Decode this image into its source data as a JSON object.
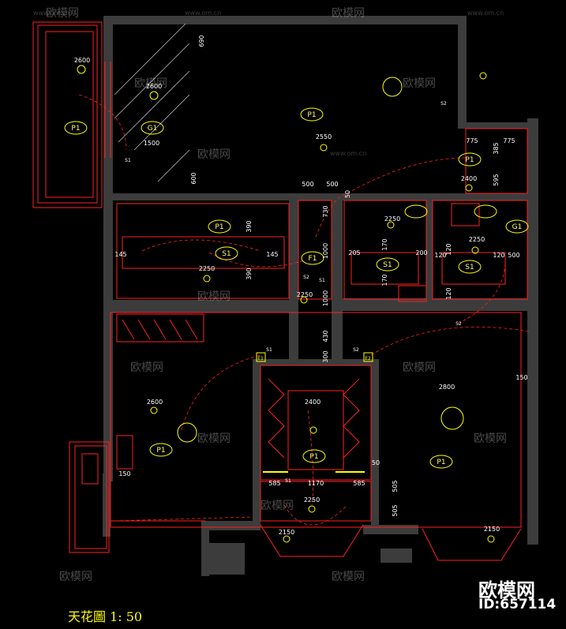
{
  "drawing": {
    "caption": "天花圖 1: 50",
    "brand": "欧模网",
    "brand_id": "ID:657114",
    "watermark_text": "欧模网",
    "watermark_url": "www.om.cn"
  },
  "colors": {
    "background": "#000000",
    "wall": "#3c3c3c",
    "red": "#ff2020",
    "yellow": "#ffff00",
    "white": "#ffffff",
    "label": "#ffff66"
  },
  "room_labels": [
    "P1",
    "G1",
    "P1",
    "P1",
    "P1",
    "G1",
    "F1",
    "S1",
    "S1",
    "S1",
    "P1",
    "P1",
    "P1"
  ],
  "dimensions": [
    "690",
    "1500",
    "600",
    "775",
    "775",
    "385",
    "595",
    "500",
    "500",
    "50",
    "730",
    "1000",
    "1000",
    "390",
    "390",
    "145",
    "145",
    "205",
    "170",
    "170",
    "200",
    "120",
    "120",
    "120",
    "120",
    "500",
    "430",
    "300",
    "150",
    "150",
    "50",
    "585",
    "1170",
    "585",
    "505",
    "505"
  ],
  "heights": [
    "2600",
    "2600",
    "2550",
    "2400",
    "2250",
    "2250",
    "2250",
    "2250",
    "2600",
    "2400",
    "2800",
    "2250",
    "2150",
    "2150"
  ],
  "switch_labels": [
    "S2",
    "S2",
    "S1",
    "S1",
    "S1",
    "S2",
    "S2",
    "S1"
  ],
  "sockets": [
    "E1",
    "E2"
  ]
}
